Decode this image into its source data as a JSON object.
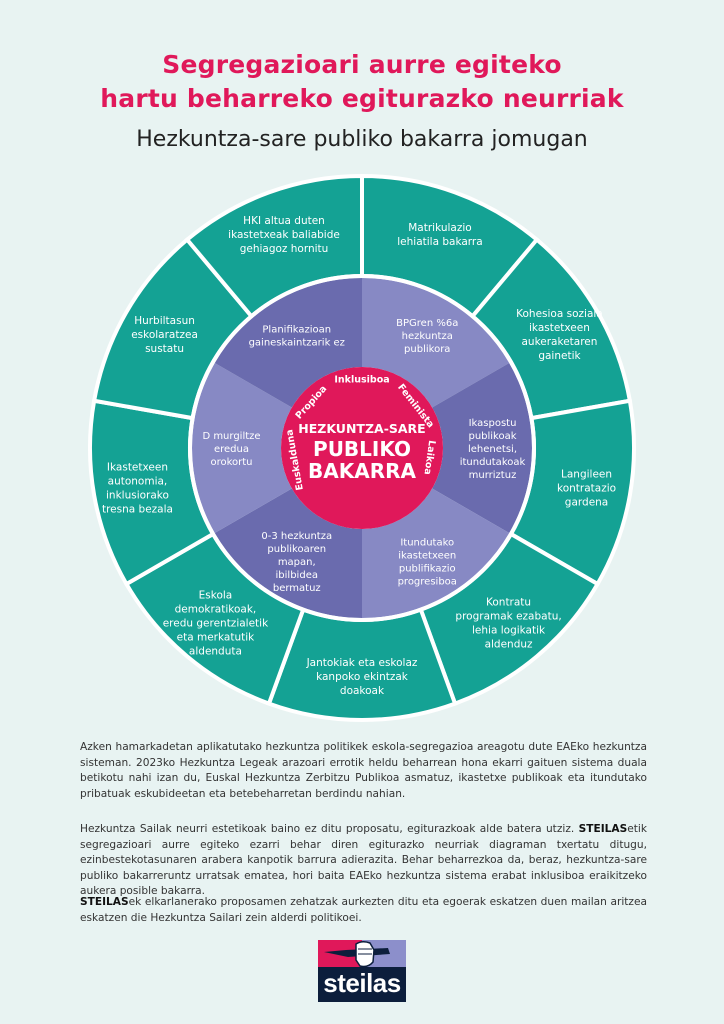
{
  "header": {
    "title_line1": "Segregazioari aurre egiteko",
    "title_line2": "hartu beharreko egiturazko neurriak",
    "subtitle": "Hezkuntza-sare publiko bakarra jomugan"
  },
  "colors": {
    "accent_pink": "#e0185a",
    "outer_teal": "#14a294",
    "inner_dark_purple": "#6a6bae",
    "inner_light_purple": "#8789c4",
    "background": "#e8f3f2"
  },
  "wheel": {
    "center": {
      "line1": "HEZKUNTZA-SARE",
      "line2": "PUBLIKO",
      "line3": "BAKARRA",
      "values": [
        "Euskalduna",
        "Propioa",
        "Inklusiboa",
        "Feminista",
        "Laikoa"
      ]
    },
    "inner_ring": [
      {
        "lines": [
          "BPGren %6a",
          "hezkuntza",
          "publikora"
        ]
      },
      {
        "lines": [
          "Ikaspostu",
          "publikoak",
          "lehenetsi,",
          "itundutakoak",
          "murriztuz"
        ]
      },
      {
        "lines": [
          "Itundutako",
          "ikastetxeen",
          "publifikazio",
          "progresiboa"
        ]
      },
      {
        "lines": [
          "0-3 hezkuntza",
          "publikoaren",
          "mapan,",
          "ibilbidea",
          "bermatuz"
        ]
      },
      {
        "lines": [
          "D murgiltze",
          "eredua",
          "orokortu"
        ]
      },
      {
        "lines": [
          "Planifikazioan",
          "gaineskaintzarik ez"
        ]
      }
    ],
    "outer_ring": [
      {
        "lines": [
          "Matrikulazio",
          "lehiatila bakarra"
        ]
      },
      {
        "lines": [
          "Kohesioa soziala",
          "ikastetxeen",
          "aukeraketaren",
          "gainetik"
        ]
      },
      {
        "lines": [
          "Langileen",
          "kontratazio",
          "gardena"
        ]
      },
      {
        "lines": [
          "Kontratu",
          "programak ezabatu,",
          "lehia logikatik",
          "aldenduz"
        ]
      },
      {
        "lines": [
          "Jantokiak eta eskolaz",
          "kanpoko ekintzak",
          "doakoak"
        ]
      },
      {
        "lines": [
          "Eskola",
          "demokratikoak,",
          "eredu gerentzialetik",
          "eta merkatutik",
          "aldenduta"
        ]
      },
      {
        "lines": [
          "Ikastetxeen",
          "autonomia,",
          "inklusiorako",
          "tresna bezala"
        ]
      },
      {
        "lines": [
          "Hurbiltasun",
          "eskolaratzea",
          "sustatu"
        ]
      },
      {
        "lines": [
          "HKI altua duten",
          "ikastetxeak baliabide",
          "gehiagoz hornitu"
        ]
      }
    ]
  },
  "body": {
    "p1": "Azken hamarkadetan aplikatutako hezkuntza politikek eskola-segregazioa areagotu dute EAEko hezkuntza sisteman. 2023ko Hezkuntza Legeak arazoari errotik heldu beharrean hona ekarri gaituen sistema duala betikotu nahi izan du, Euskal Hezkuntza Zerbitzu Publikoa asmatuz, ikastetxe publikoak eta itundutako pribatuak eskubideetan eta betebeharretan berdindu nahian.",
    "p2_before": "Hezkuntza Sailak neurri estetikoak baino ez ditu proposatu, egiturazkoak alde batera utziz. ",
    "p2_bold": "STEILAS",
    "p2_after": "etik segregazioari aurre egiteko ezarri behar diren egiturazko neurriak diagraman txertatu ditugu, ezinbestekotasunaren arabera kanpotik barrura adierazita. Behar beharrezkoa da, beraz, hezkuntza-sare publiko bakarreruntz urratsak ematea, hori baita EAEko hezkuntza sistema erabat inklusiboa eraikitzeko aukera posible bakarra.",
    "p3_bold": "STEILAS",
    "p3_after": "ek elkarlanerako proposamen zehatzak aurkezten ditu eta egoerak eskatzen duen mailan aritzea  eskatzen die Hezkuntza Sailari zein alderdi politikoei."
  },
  "logo": {
    "text": "steilas",
    "icon": "fist-holding-pencil-icon"
  }
}
